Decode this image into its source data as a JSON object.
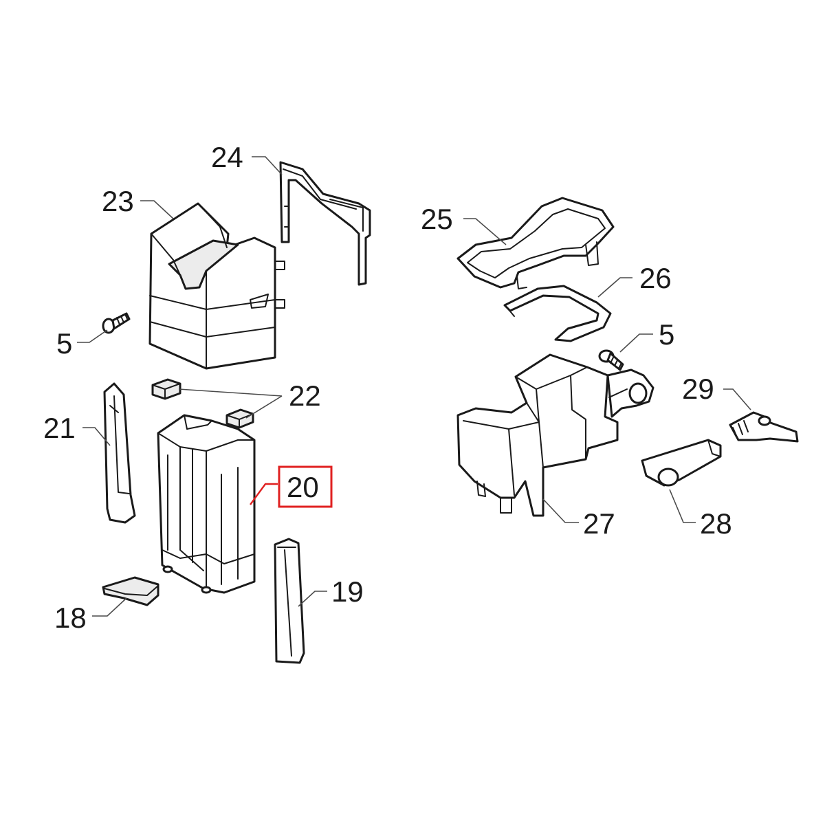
{
  "diagram": {
    "highlight_color": "#e02020",
    "labels": {
      "p24": "24",
      "p23": "23",
      "p25": "25",
      "p26": "26",
      "p5a": "5",
      "p5b": "5",
      "p22": "22",
      "p29": "29",
      "p21": "21",
      "p20": "20",
      "p27": "27",
      "p28": "28",
      "p19": "19",
      "p18": "18"
    }
  }
}
